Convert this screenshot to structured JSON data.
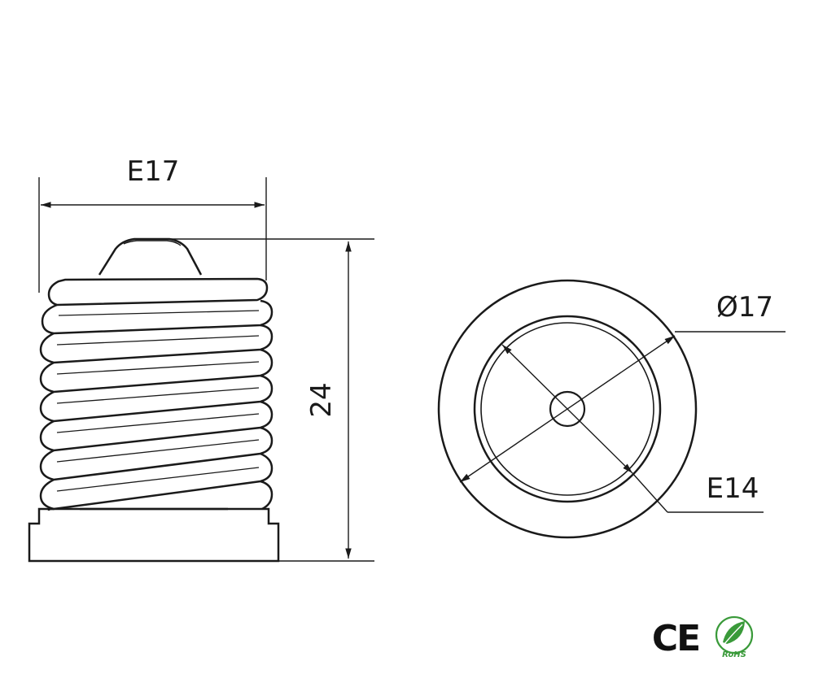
{
  "side_view": {
    "top_width_label": "E17",
    "height_label": "24"
  },
  "end_view": {
    "outer_diameter_label": "Ø17",
    "inner_socket_label": "E14"
  },
  "certifications": {
    "ce_mark": "CE",
    "rohs_mark": "RoHS",
    "rohs_color": "#3a9a3a"
  }
}
